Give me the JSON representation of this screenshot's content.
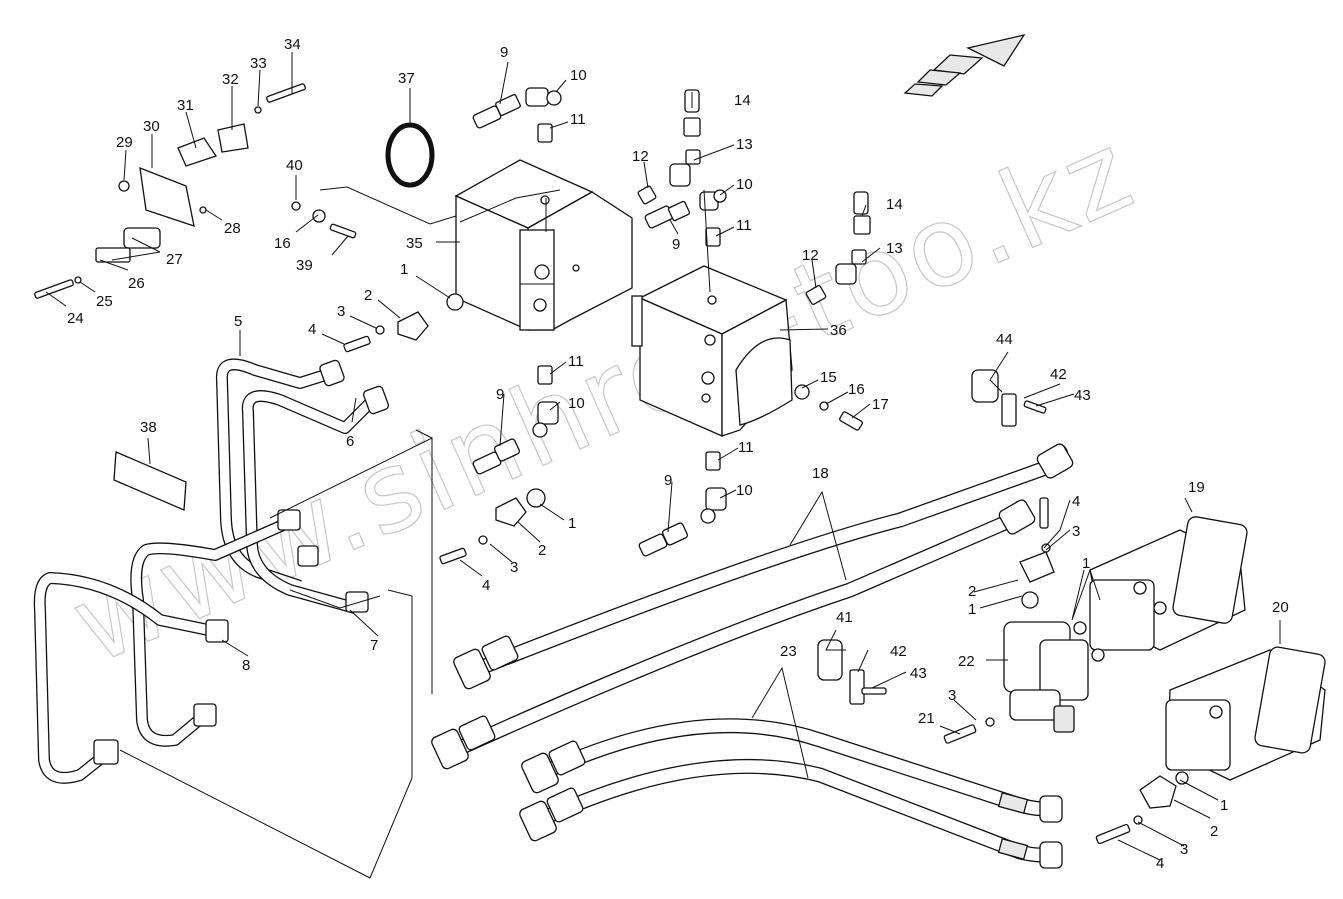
{
  "watermark": "www.sinhron-too.kz",
  "callouts": {
    "c1a": "1",
    "c1b": "1",
    "c1c": "1",
    "c1d": "1",
    "c1e": "1",
    "c2a": "2",
    "c2b": "2",
    "c2c": "2",
    "c2d": "2",
    "c3a": "3",
    "c3b": "3",
    "c3c": "3",
    "c3d": "3",
    "c3e": "3",
    "c4a": "4",
    "c4b": "4",
    "c4c": "4",
    "c4d": "4",
    "c5": "5",
    "c6": "6",
    "c7": "7",
    "c8": "8",
    "c9a": "9",
    "c9b": "9",
    "c9c": "9",
    "c9d": "9",
    "c10a": "10",
    "c10b": "10",
    "c10c": "10",
    "c10d": "10",
    "c11a": "11",
    "c11b": "11",
    "c11c": "11",
    "c11d": "11",
    "c12a": "12",
    "c12b": "12",
    "c13a": "13",
    "c13b": "13",
    "c14a": "14",
    "c14b": "14",
    "c15": "15",
    "c16a": "16",
    "c16b": "16",
    "c17": "17",
    "c18": "18",
    "c19": "19",
    "c20": "20",
    "c21": "21",
    "c22": "22",
    "c23": "23",
    "c24": "24",
    "c25": "25",
    "c26": "26",
    "c27": "27",
    "c28": "28",
    "c29": "29",
    "c30": "30",
    "c31": "31",
    "c32": "32",
    "c33": "33",
    "c34": "34",
    "c35": "35",
    "c36": "36",
    "c37": "37",
    "c38": "38",
    "c39": "39",
    "c40": "40",
    "c41": "41",
    "c42a": "42",
    "c42b": "42",
    "c43a": "43",
    "c43b": "43",
    "c44": "44"
  }
}
